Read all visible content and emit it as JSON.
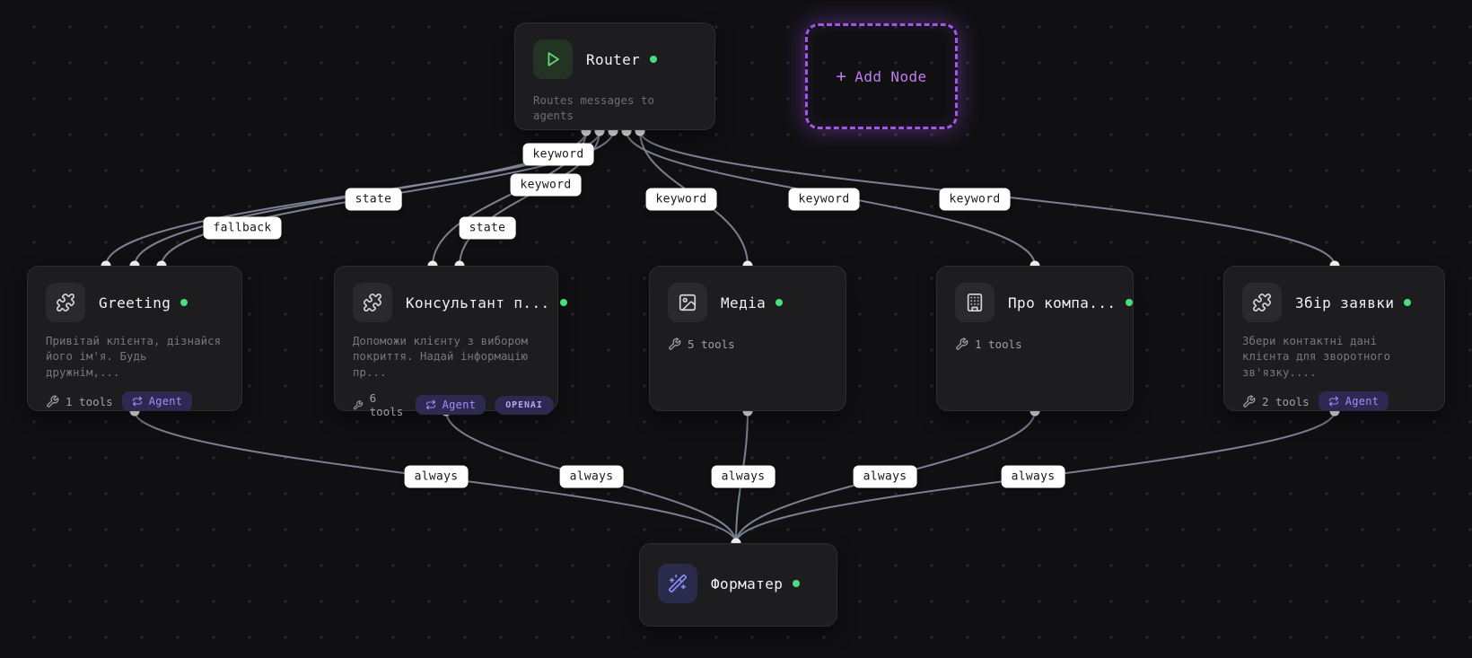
{
  "colors": {
    "accent_purple": "#a855f7",
    "status_green": "#4ade80",
    "edge_gray": "#848b9d",
    "label_bg": "#ffffff",
    "label_text": "#18181a"
  },
  "router": {
    "title": "Router",
    "description": "Routes messages to agents"
  },
  "add_node": {
    "plus": "+",
    "label": "Add Node"
  },
  "nodes": {
    "greeting": {
      "title": "Greeting",
      "description": "Привітай клієнта, дізнайся його ім'я. Будь дружнім,...",
      "tools": "1 tools",
      "agent_badge": "Agent"
    },
    "consultant": {
      "title": "Консультант п...",
      "description": "Допоможи клієнту з вибором покриття. Надай інформацію пр...",
      "tools": "6 tools",
      "agent_badge": "Agent",
      "model_badge": "OPENAI"
    },
    "media": {
      "title": "Медіа",
      "tools": "5 tools"
    },
    "company": {
      "title": "Про компа...",
      "tools": "1 tools"
    },
    "lead": {
      "title": "Збір заявки",
      "description": "Збери контактні дані клієнта для зворотного зв'язку....",
      "tools": "2 tools",
      "agent_badge": "Agent"
    },
    "formatter": {
      "title": "Форматер"
    }
  },
  "edges": [
    {
      "from": "router",
      "to": "greeting",
      "label": "fallback"
    },
    {
      "from": "router",
      "to": "greeting",
      "label": "state"
    },
    {
      "from": "router",
      "to": "greeting",
      "label": "keyword"
    },
    {
      "from": "router",
      "to": "consultant",
      "label": "keyword"
    },
    {
      "from": "router",
      "to": "consultant",
      "label": "state"
    },
    {
      "from": "router",
      "to": "media",
      "label": "keyword"
    },
    {
      "from": "router",
      "to": "company",
      "label": "keyword"
    },
    {
      "from": "router",
      "to": "lead",
      "label": "keyword"
    },
    {
      "from": "greeting",
      "to": "formatter",
      "label": "always"
    },
    {
      "from": "consultant",
      "to": "formatter",
      "label": "always"
    },
    {
      "from": "media",
      "to": "formatter",
      "label": "always"
    },
    {
      "from": "company",
      "to": "formatter",
      "label": "always"
    },
    {
      "from": "lead",
      "to": "formatter",
      "label": "always"
    }
  ]
}
